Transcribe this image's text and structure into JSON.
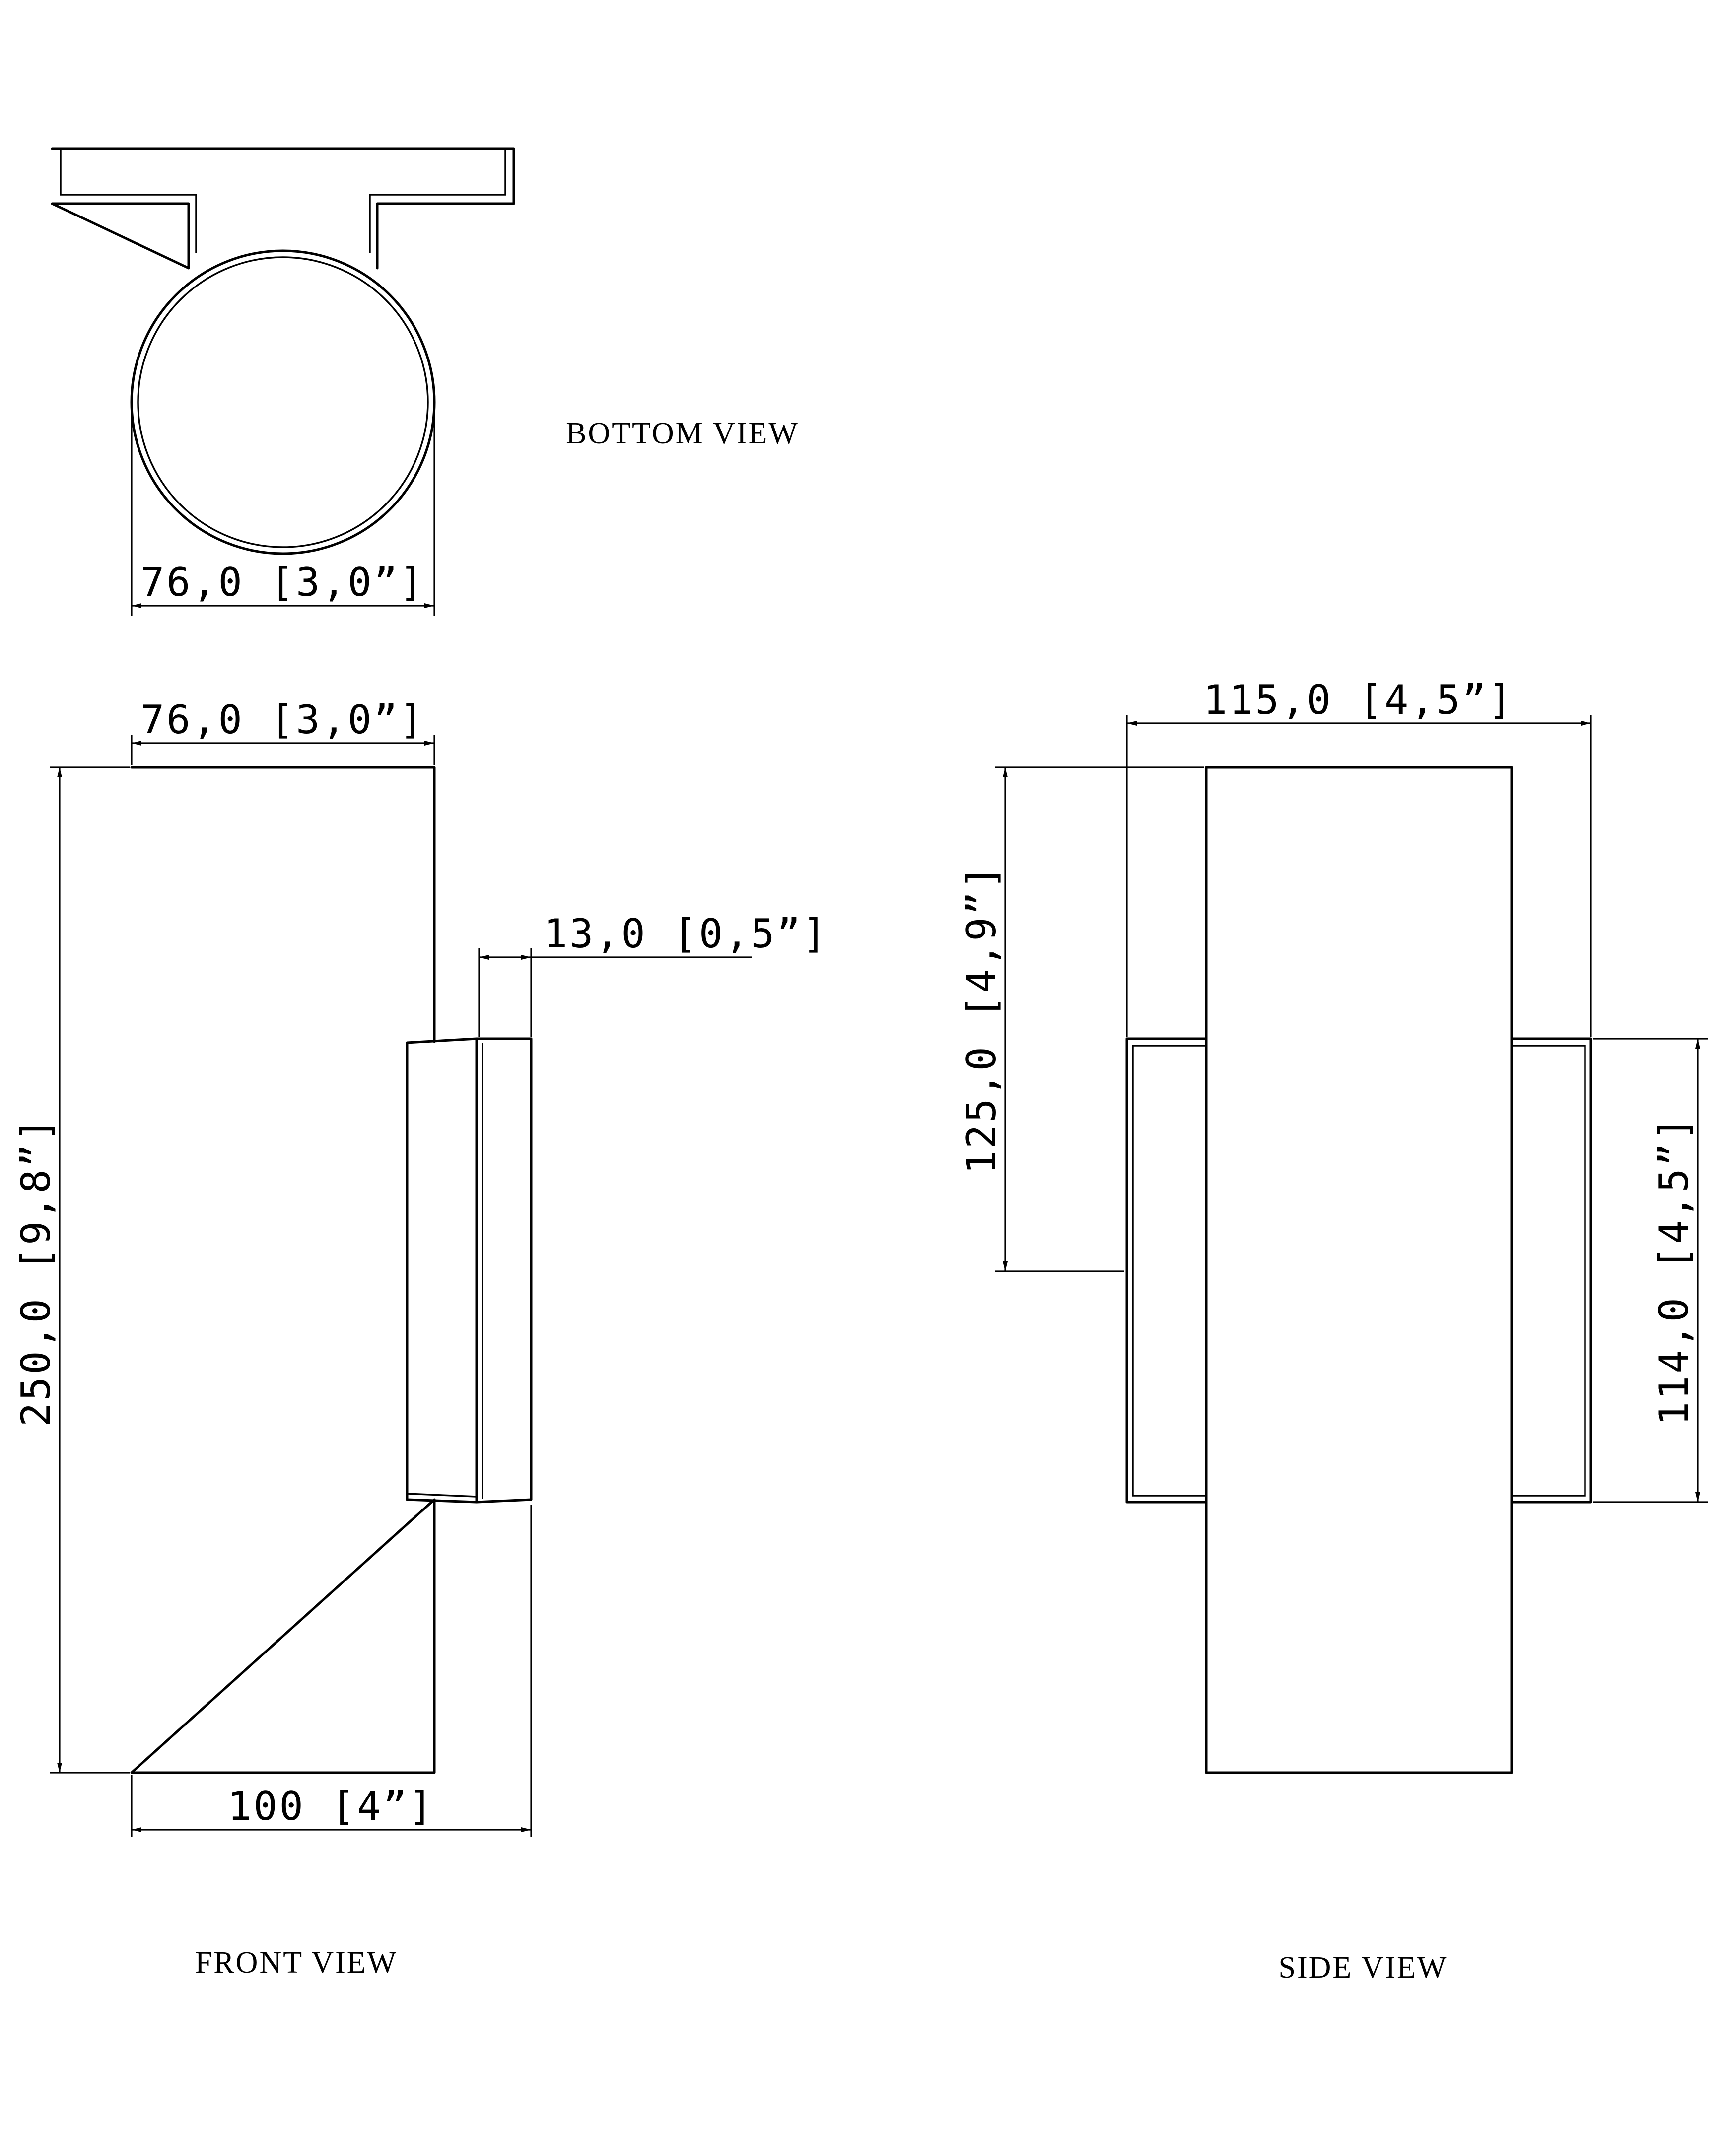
{
  "views": {
    "bottom": "BOTTOM VIEW",
    "front": "FRONT VIEW",
    "side": "SIDE VIEW"
  },
  "dimensions": {
    "bottom_width": "76,0 [3,0”]",
    "front_top_width": "76,0 [3,0”]",
    "front_height": "250,0 [9,8”]",
    "front_projection": "13,0 [0,5”]",
    "front_depth": "100 [4”]",
    "side_width": "115,0 [4,5”]",
    "side_upper_height": "125,0 [4,9”]",
    "side_bracket_height": "114,0 [4,5”]"
  },
  "colors": {
    "line": "#000000",
    "background": "#ffffff"
  }
}
